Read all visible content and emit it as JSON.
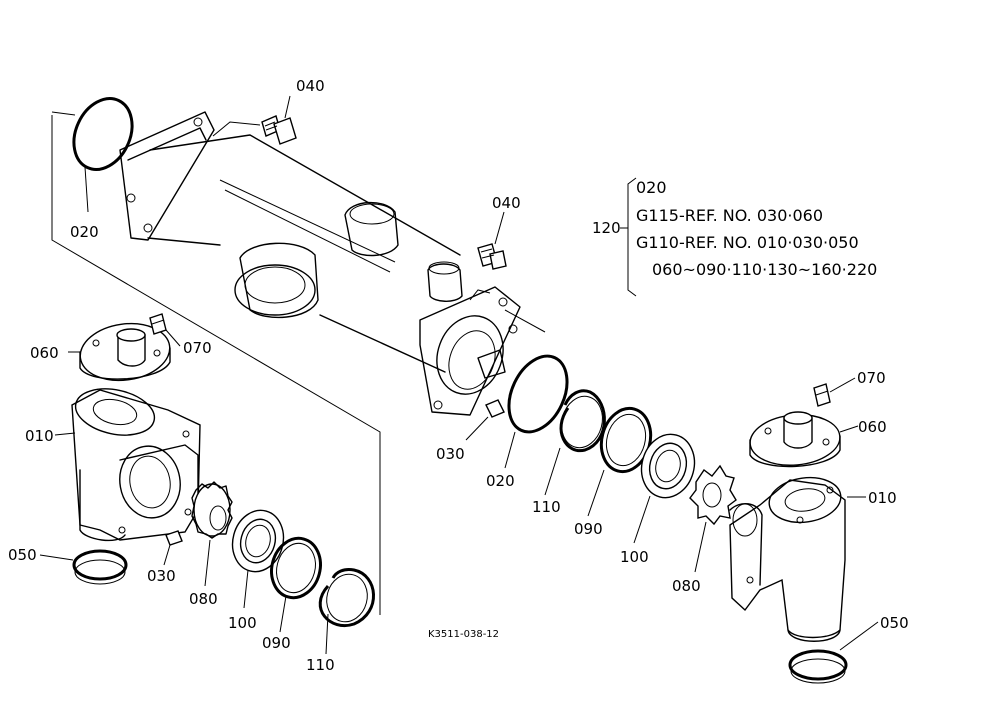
{
  "parts": {
    "p020_top": "020",
    "p040_top": "040",
    "p040_mid": "040",
    "p060_left": "060",
    "p070_left": "070",
    "p010_left": "010",
    "p050_left": "050",
    "p030_left": "030",
    "p080_left": "080",
    "p100_left": "100",
    "p090_left": "090",
    "p110_left": "110",
    "p030_mid": "030",
    "p020_mid": "020",
    "p110_mid": "110",
    "p090_mid": "090",
    "p100_mid": "100",
    "p080_right": "080",
    "p070_right": "070",
    "p060_right": "060",
    "p010_right": "010",
    "p050_right": "050"
  },
  "annotation": {
    "ref": "120",
    "line1": "020",
    "line2": "G115-REF. NO. 030·060",
    "line3": "G110-REF. NO. 010·030·050",
    "line4": "060~090·110·130~160·220"
  },
  "drawing_code": "K3511-038-12"
}
